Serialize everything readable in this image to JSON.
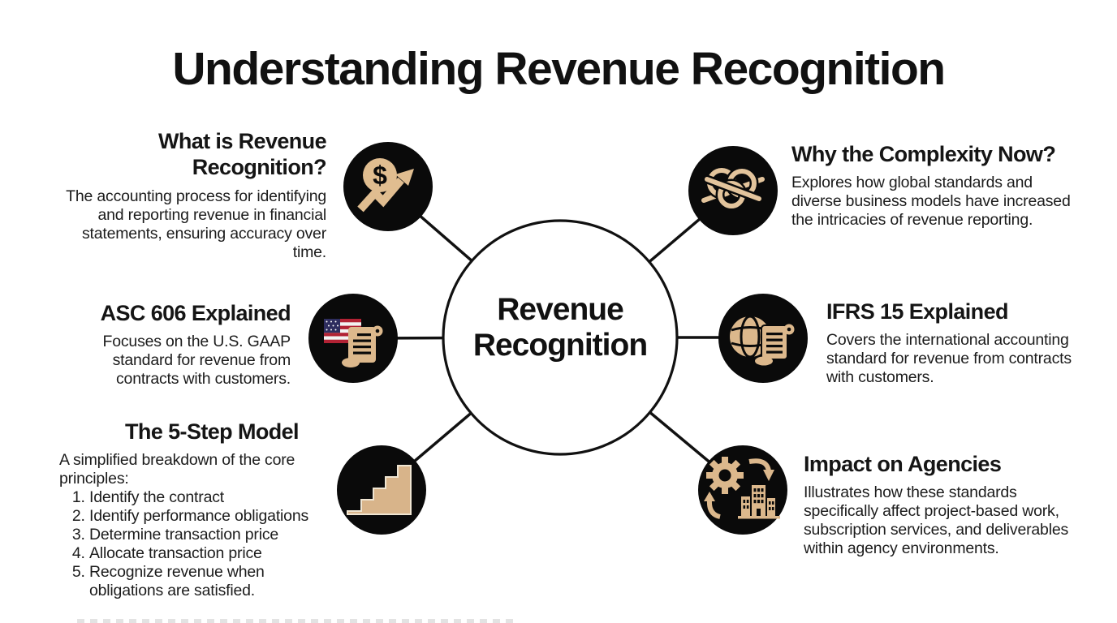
{
  "title": "Understanding Revenue Recognition",
  "center": {
    "label": "Revenue Recognition"
  },
  "colors": {
    "background": "#ffffff",
    "icon_circle": "#0a0a0a",
    "accent_tan": "#dcb88c",
    "text": "#161616",
    "flag_red": "#b22234",
    "flag_blue": "#2e2d5e"
  },
  "nodes": {
    "what_is": {
      "heading": "What is Revenue Recognition?",
      "body": "The accounting process for identifying and reporting revenue in financial statements, ensuring accuracy over time.",
      "icon": "dollar-growth-icon"
    },
    "asc606": {
      "heading": "ASC 606 Explained",
      "body": "Focuses on the U.S. GAAP standard for revenue from contracts with customers.",
      "icon": "us-flag-document-icon"
    },
    "five_step": {
      "heading": "The 5-Step Model",
      "intro": "A simplified breakdown of the core principles:",
      "steps": [
        "Identify the contract",
        "Identify performance obligations",
        "Determine transaction price",
        "Allocate transaction price",
        "Recognize revenue when obligations are satisfied."
      ],
      "icon": "stairs-icon"
    },
    "complexity": {
      "heading": "Why the Complexity Now?",
      "body": "Explores how global standards and diverse business models have increased the intricacies of revenue reporting.",
      "icon": "knot-icon"
    },
    "ifrs15": {
      "heading": "IFRS 15 Explained",
      "body": "Covers the international accounting standard for revenue from contracts with customers.",
      "icon": "globe-document-icon"
    },
    "impact": {
      "heading": "Impact on Agencies",
      "body": "Illustrates how these standards specifically affect project-based work, subscription services, and deliverables within agency environments.",
      "icon": "gear-buildings-icon"
    }
  }
}
